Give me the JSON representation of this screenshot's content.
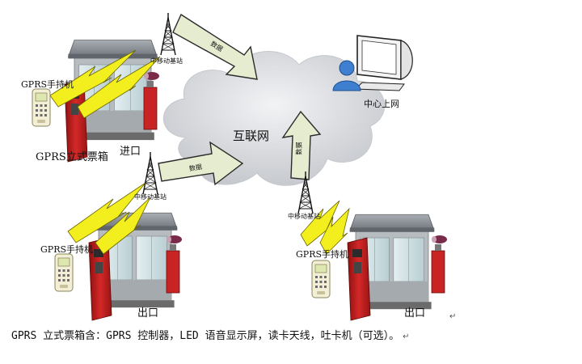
{
  "diagram": {
    "cloud_label": "互联网",
    "center_label": "中心上网",
    "tower_label": "中移动基站",
    "data_label": "数据",
    "handheld_label": "GPRS手持机",
    "kiosk_label": "GPRS立式票箱",
    "entry_label": "进口",
    "exit_label": "出口",
    "caption": "GPRS 立式票箱含：GPRS 控制器，LED 语音显示屏，读卡天线，吐卡机（可选）。",
    "return_mark": "↵",
    "colors": {
      "cloud": "#d6d8dc",
      "arrow_fill": "#e6eccf",
      "lightning": "#f3ef1e",
      "kiosk_red": "#c81e1e",
      "booth_roof": "#8a9096",
      "booth_glass": "#cfe3e6"
    }
  }
}
